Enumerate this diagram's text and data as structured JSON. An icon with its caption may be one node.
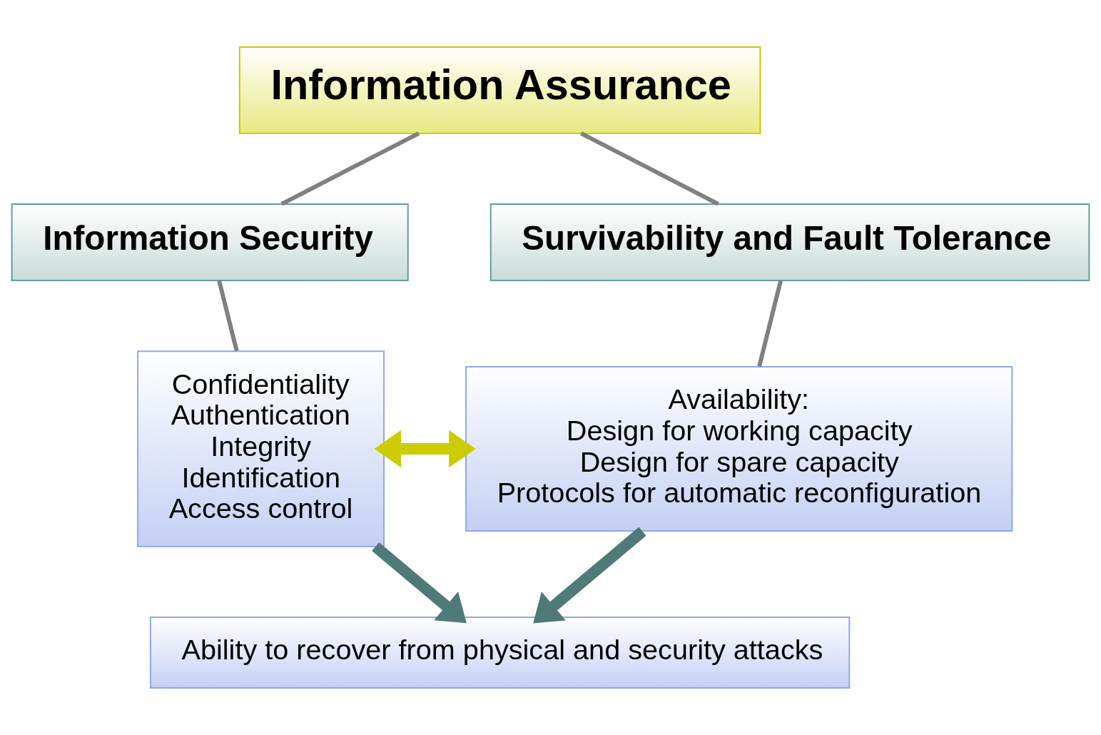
{
  "diagram": {
    "nodes": [
      {
        "text": [
          "Information Assurance"
        ]
      },
      {
        "text": [
          "Information Security"
        ]
      },
      {
        "text": [
          "Survivability and Fault Tolerance"
        ]
      },
      {
        "text": [
          "Confidentiality",
          "Authentication",
          "Integrity",
          "Identification",
          "Access control"
        ]
      },
      {
        "text": [
          "Availability:",
          "Design for working capacity",
          "Design for spare capacity",
          "Protocols for automatic reconfiguration"
        ]
      },
      {
        "text": [
          "Ability to recover from physical and security attacks"
        ]
      }
    ],
    "edges": [
      {
        "from": 0,
        "to": 1,
        "arrow": "none"
      },
      {
        "from": 0,
        "to": 2,
        "arrow": "none"
      },
      {
        "from": 1,
        "to": 3,
        "arrow": "none"
      },
      {
        "from": 2,
        "to": 4,
        "arrow": "none"
      },
      {
        "from": 3,
        "to": 4,
        "arrow": "both",
        "style": "thick",
        "color": "#cccc00"
      },
      {
        "from": 3,
        "to": 5,
        "arrow": "to",
        "style": "thick",
        "color": "#4f7a78"
      },
      {
        "from": 4,
        "to": 5,
        "arrow": "to",
        "style": "thick",
        "color": "#4f7a78"
      }
    ]
  }
}
